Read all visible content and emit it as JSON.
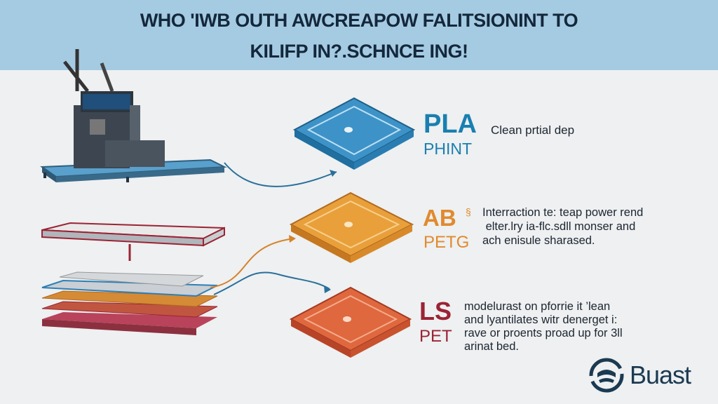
{
  "header": {
    "title_line1": "WHO 'IWB OUTH AWCREAPOW FALITSIONINT TO",
    "title_line2": "KILIFP IN?.SCHNCE ING!"
  },
  "materials": [
    {
      "name": "PLA",
      "subname": "PHINT",
      "description": "Clean prtial dep",
      "color": "#1a7fb0"
    },
    {
      "name": "AB",
      "badge": "§",
      "subname": "PETG",
      "description": "Interraction te: teap power rend\n elter.lry ia-flc.sdll monser and\nach enisule sharased.",
      "color": "#e08a2e"
    },
    {
      "name": "LS",
      "subname": "PET",
      "description": "modelurast on pforrie it ’lean\nand lyantilates witr denerget i:\nrave or proents proad up for 3ll\narinat bed.",
      "color": "#9b2335"
    }
  ],
  "logo": {
    "text": "Buast",
    "color": "#1b3a52"
  }
}
